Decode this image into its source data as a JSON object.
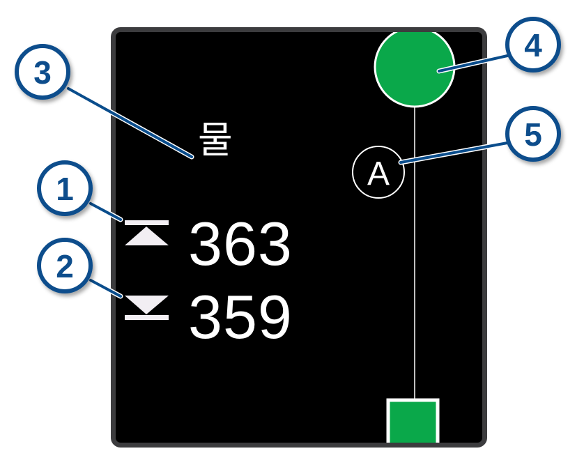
{
  "screen": {
    "hazard_label": "물",
    "distance_to_front": "363",
    "distance_to_back": "359",
    "layup_marker_label": "A"
  },
  "callouts": [
    "1",
    "2",
    "3",
    "4",
    "5"
  ],
  "colors": {
    "green": "#0aa84a",
    "callout_blue": "#0a4d8c",
    "bezel": "#3c3c3e"
  },
  "icons": {
    "front": "arrow-up-to-bar-icon",
    "back": "arrow-down-to-bar-icon"
  }
}
